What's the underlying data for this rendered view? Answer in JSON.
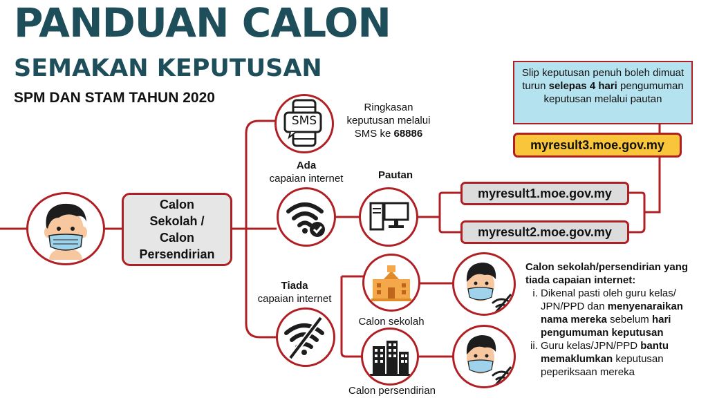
{
  "header": {
    "title": "PANDUAN CALON",
    "subtitle": "SEMAKAN KEPUTUSAN",
    "exam_line": "SPM DAN STAM TAHUN 2020"
  },
  "candidate_box": {
    "line1": "Calon",
    "line2": "Sekolah /",
    "line3": "Calon",
    "line4": "Persendirian"
  },
  "sms": {
    "icon_text": "SMS",
    "caption_line1": "Ringkasan",
    "caption_line2": "keputusan melalui",
    "caption_line3_prefix": "SMS ke ",
    "caption_number": "68886"
  },
  "internet_yes": {
    "bold": "Ada",
    "rest": "capaian internet"
  },
  "internet_no": {
    "bold": "Tiada",
    "rest": "capaian internet"
  },
  "pautan_label": "Pautan",
  "links": {
    "link1": "myresult1.moe.gov.my",
    "link2": "myresult2.moe.gov.my",
    "link3": "myresult3.moe.gov.my"
  },
  "note": {
    "part1": "Slip keputusan penuh boleh dimuat turun ",
    "bold": "selepas 4 hari",
    "part2": " pengumuman keputusan melalui pautan"
  },
  "school_label": "Calon sekolah",
  "private_label": "Calon persendirian",
  "info": {
    "title": "Calon sekolah/persendirian yang tiada capaian internet:",
    "item1_a": "Dikenal pasti oleh guru kelas/ JPN/PPD dan ",
    "item1_b": "menyenaraikan nama mereka",
    "item1_c": " sebelum ",
    "item1_d": "hari pengumuman keputusan",
    "item2_a": "Guru kelas/JPN/PPD ",
    "item2_b": "bantu memaklumkan",
    "item2_c": " keputusan peperiksaan mereka"
  },
  "colors": {
    "accent_red": "#b01f24",
    "title_teal": "#1d4e59",
    "link3_yellow": "#f9c53b",
    "link_grey": "#dcdcdc",
    "note_blue": "#b4e2ee",
    "mask_blue": "#9fd3ec",
    "skin": "#f7c7a0",
    "hair": "#1d1d1d"
  }
}
